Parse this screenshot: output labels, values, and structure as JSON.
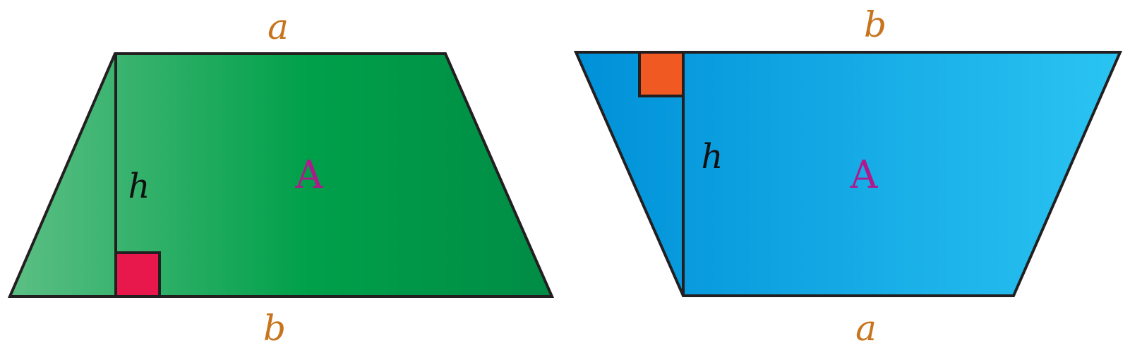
{
  "figures": [
    {
      "top_label": "a",
      "bottom_label": "b",
      "height_label": "h",
      "area_label": "A",
      "fill_start": "#5cbf85",
      "fill_end": "#008c45",
      "right_angle_color": "#e8184c"
    },
    {
      "top_label": "b",
      "bottom_label": "a",
      "height_label": "h",
      "area_label": "A",
      "fill_start": "#0090d8",
      "fill_end": "#2ac4f2",
      "right_angle_color": "#f05a22"
    }
  ],
  "colors": {
    "side_label": "#c8741e",
    "area_label": "#b0188c",
    "height_label": "#111111",
    "outline": "#231f20"
  }
}
